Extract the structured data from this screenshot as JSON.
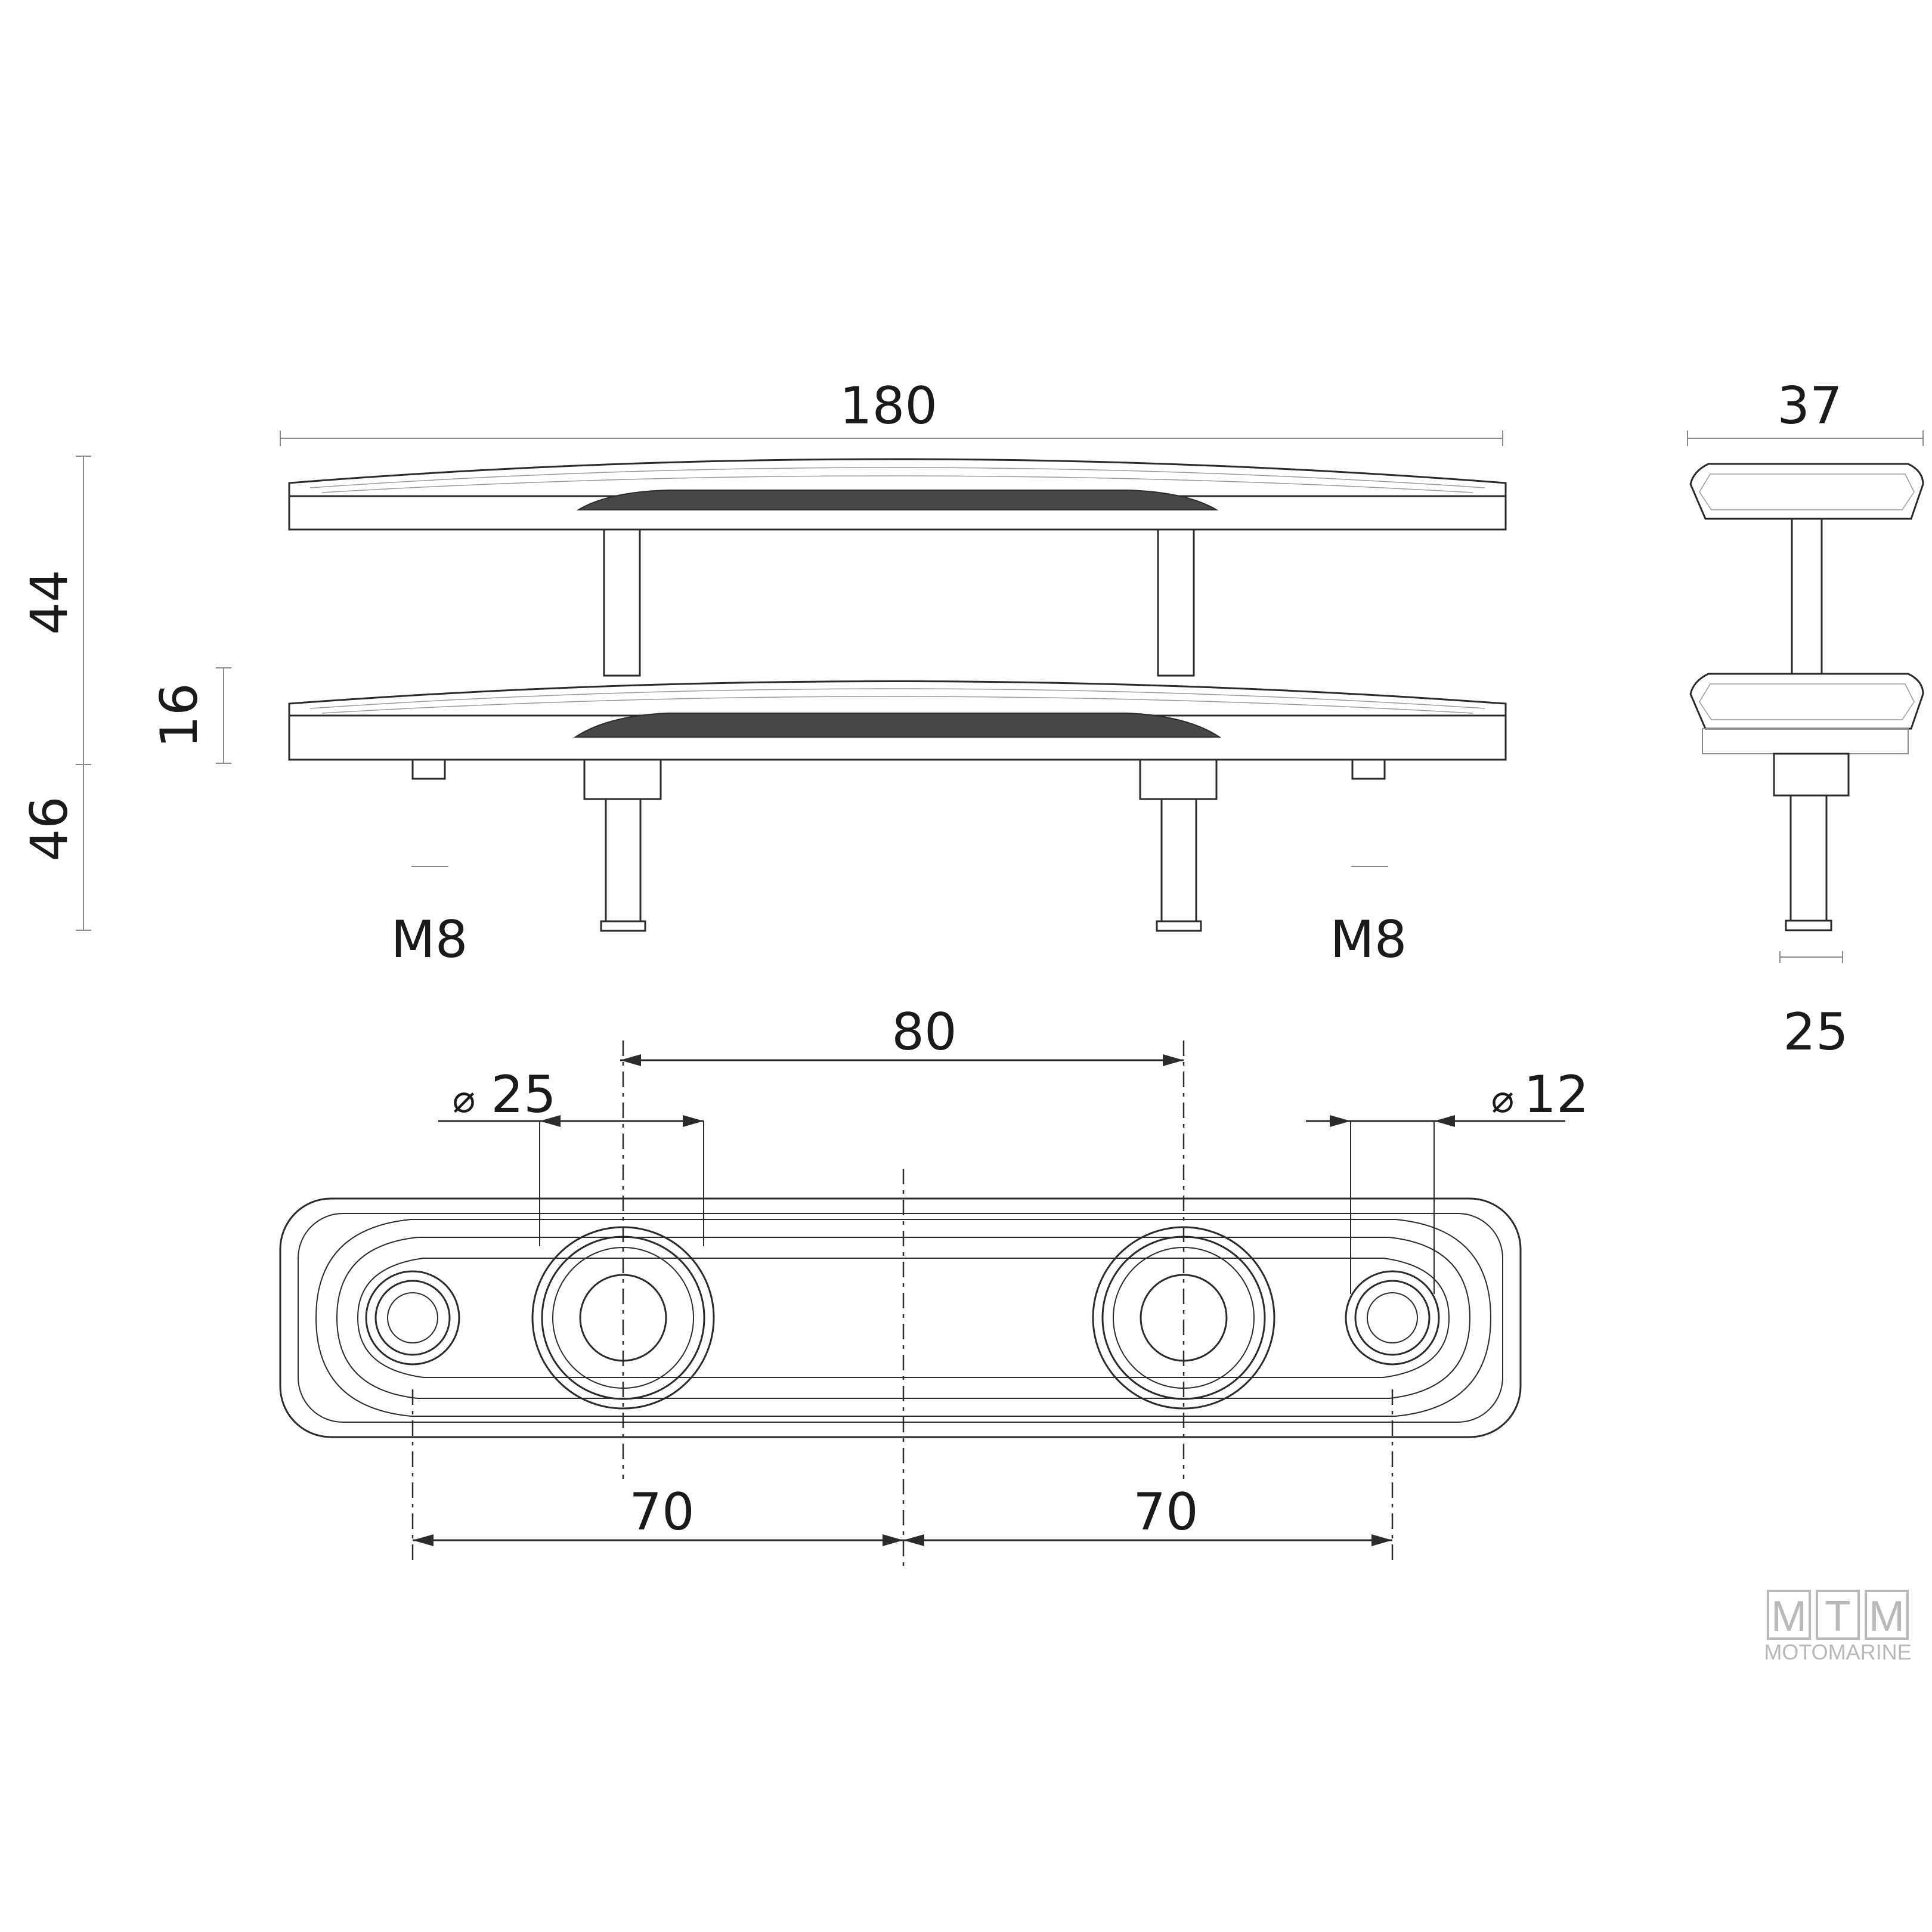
{
  "dimensions": {
    "overall_length": "180",
    "side_width": "37",
    "total_height": "44",
    "base_height": "16",
    "bolt_length": "46",
    "bolt_thread_left": "M8",
    "bolt_thread_right": "M8",
    "bolt_width_side": "25",
    "stud_spacing": "80",
    "large_hole_diameter": "25",
    "small_hole_diameter": "12",
    "left_offset": "70",
    "right_offset": "70",
    "diameter_symbol": "⌀"
  },
  "logo": {
    "letters": [
      "M",
      "T",
      "M"
    ],
    "brand": "MOTOMARINE",
    "color": "#b9b9b9"
  },
  "colors": {
    "ink": "#2b2b2b",
    "fill_dark": "#474747"
  }
}
